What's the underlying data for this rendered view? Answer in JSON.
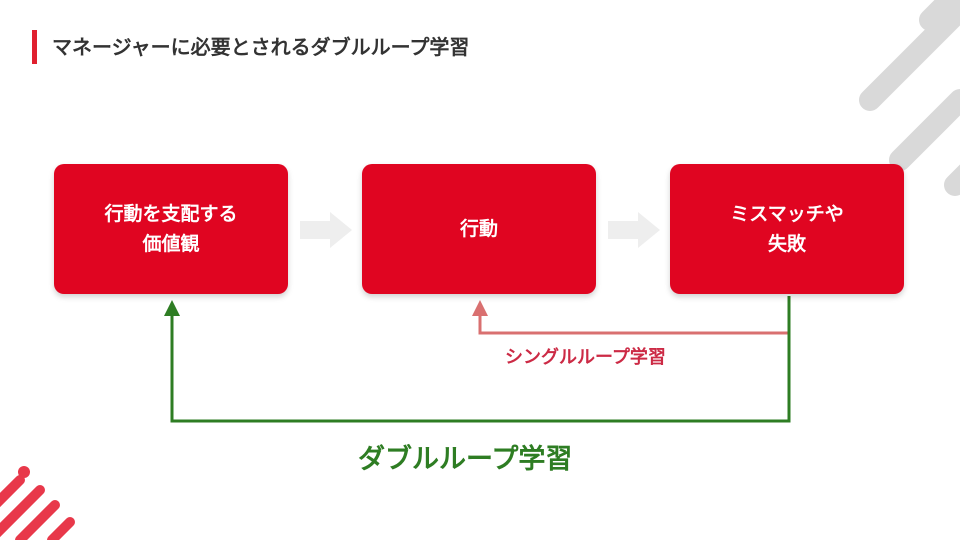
{
  "title": "マネージャーに必要とされるダブルループ学習",
  "boxes": [
    {
      "line1": "行動を支配する",
      "line2": "価値観"
    },
    {
      "line1": "行動",
      "line2": ""
    },
    {
      "line1": "ミスマッチや",
      "line2": "失敗"
    }
  ],
  "loops": {
    "single": "シングルループ学習",
    "double": "ダブルループ学習"
  },
  "colors": {
    "box": "#e00521",
    "single_loop": "#d97070",
    "double_loop": "#2e7d23",
    "accent": "#e0202f"
  }
}
